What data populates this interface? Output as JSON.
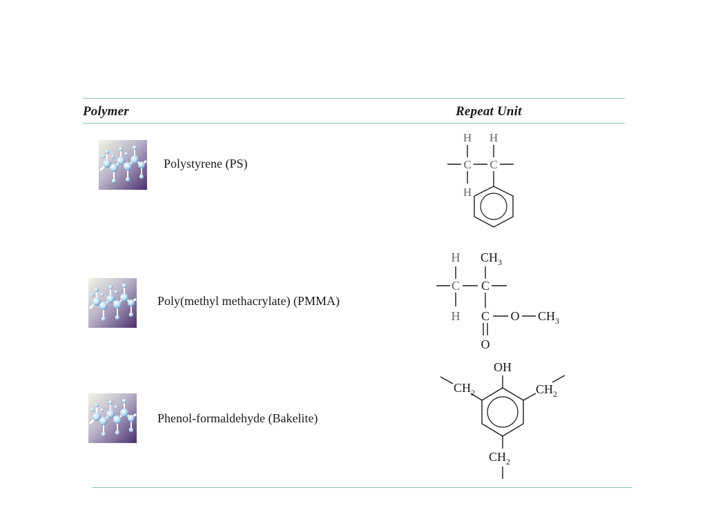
{
  "table": {
    "header": {
      "polymer": "Polymer",
      "repeat_unit": "Repeat Unit"
    },
    "rows": [
      {
        "name": "Polystyrene (PS)",
        "atoms": {
          "h_top_left": "H",
          "h_top_right": "H",
          "c_left": "C",
          "c_right": "C",
          "h_bottom": "H"
        }
      },
      {
        "name": "Poly(methyl methacrylate) (PMMA)",
        "atoms": {
          "h_top": "H",
          "ch3_top": "CH",
          "ch3_top_sub": "3",
          "c_left": "C",
          "c_right": "C",
          "h_bottom": "H",
          "c_carbonyl": "C",
          "o_ester": "O",
          "ch3_ester": "CH",
          "ch3_ester_sub": "3",
          "o_carbonyl": "O"
        }
      },
      {
        "name": "Phenol-formaldehyde (Bakelite)",
        "atoms": {
          "oh": "OH",
          "ch2_left": "CH",
          "ch2_left_sub": "2",
          "ch2_right": "CH",
          "ch2_right_sub": "2",
          "ch2_bottom": "CH",
          "ch2_bottom_sub": "2"
        }
      }
    ]
  },
  "colors": {
    "rule": "#8cc5b3",
    "text": "#1a1a1a",
    "light_atom": "#666666"
  }
}
